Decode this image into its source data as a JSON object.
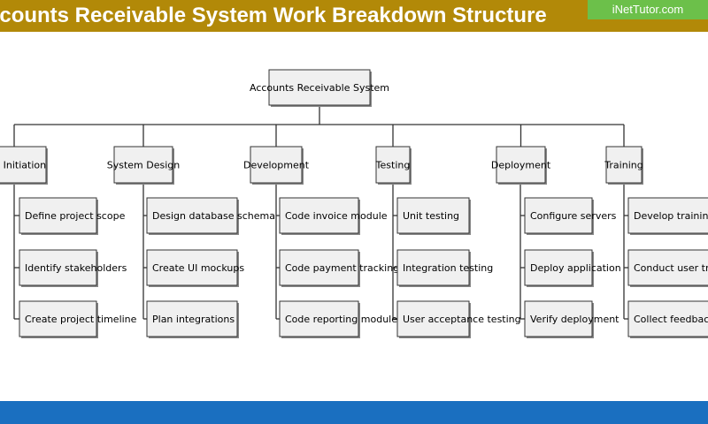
{
  "header": {
    "title": "ccounts Receivable System Work Breakdown Structure",
    "brand": "iNetTutor.com"
  },
  "colors": {
    "header_bg": "#b28908",
    "brand_bg": "#6cc04a",
    "footer_bg": "#1a6fc0",
    "node_fill": "#f0f0f0",
    "line": "#333333"
  },
  "diagram": {
    "root": "Accounts Receivable System",
    "branches": [
      {
        "label": "ject Initiation",
        "tasks": [
          "Define project scope",
          "Identify stakeholders",
          "Create project timeline"
        ]
      },
      {
        "label": "System Design",
        "tasks": [
          "Design database schema",
          "Create UI mockups",
          "Plan integrations"
        ]
      },
      {
        "label": "Development",
        "tasks": [
          "Code invoice module",
          "Code payment tracking",
          "Code reporting module"
        ]
      },
      {
        "label": "Testing",
        "tasks": [
          "Unit testing",
          "Integration testing",
          "User acceptance testing"
        ]
      },
      {
        "label": "Deployment",
        "tasks": [
          "Configure servers",
          "Deploy application",
          "Verify deployment"
        ]
      },
      {
        "label": "Training",
        "tasks": [
          "Develop training mater",
          "Conduct user training",
          "Collect feedback"
        ]
      }
    ]
  }
}
